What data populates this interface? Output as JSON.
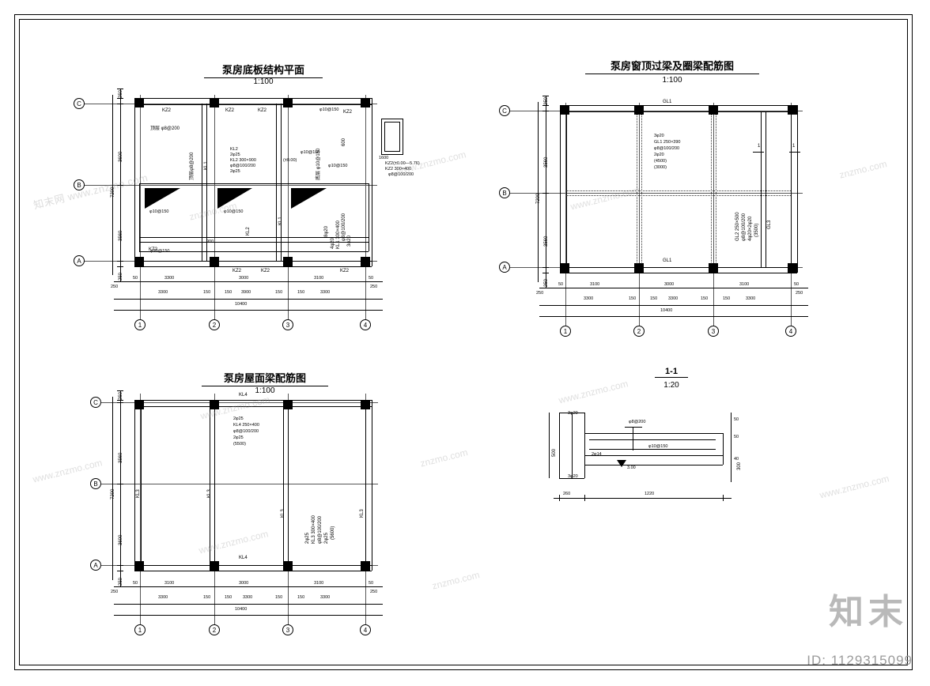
{
  "sheet": {
    "id_label": "ID: 1129315099",
    "logo_text": "知末",
    "watermarks": [
      "知末网 www.znzmo.com",
      "www.znzmo.com",
      "znzmo.com",
      "www.znzmo.com",
      "znzmo.com",
      "www.znzmo.com",
      "www.znzmo.com",
      "znzmo.com",
      "www.znzmo.com",
      "www.znzmo.com",
      "znzmo.com",
      "www.znzmo.com"
    ]
  },
  "plan1": {
    "title": "泵房底板结构平面",
    "scale": "1:100",
    "grid_letters": [
      "C",
      "B",
      "A"
    ],
    "grid_numbers": [
      "1",
      "2",
      "3",
      "4"
    ],
    "vdims": [
      "250",
      "3600",
      "7200",
      "3560",
      "250"
    ],
    "hdims_row1": [
      "250",
      "50",
      "3300",
      "3000",
      "3100",
      "50",
      "250"
    ],
    "hdims_row2": [
      "3300",
      "150",
      "150",
      "3900",
      "150",
      "150",
      "3300"
    ],
    "hdim_total": "10400",
    "labels": [
      "KZ2",
      "KZ2",
      "KZ2",
      "KZ2",
      "KZ2",
      "KZ2",
      "KZ2",
      "顶层 φ8@200",
      "顶层φ8@200",
      "底层 φ10@150",
      "φ10@150",
      "φ10@150",
      "φ10@150",
      "φ10@150",
      "φ10@150",
      "φ10@150",
      "KL1",
      "KL1",
      "KL2",
      "KL2",
      "2φ25",
      "KL2 300×900",
      "φ8@100/200",
      "2φ25",
      "(±0.00)",
      "600",
      "900",
      "1600",
      "KZ2(±0.00—5.76)",
      "KZ2 300×400",
      "φ8@100/200",
      "8φ20",
      "4φ20",
      "KL1 300×400",
      "φ8@100/200",
      "3φ20",
      "(±0.00)"
    ]
  },
  "plan2": {
    "title": "泵房窗顶过梁及圈梁配筋图",
    "scale": "1:100",
    "grid_letters": [
      "C",
      "B",
      "A"
    ],
    "grid_numbers": [
      "1",
      "2",
      "3",
      "4"
    ],
    "vdims": [
      "250",
      "3560",
      "7200",
      "3560",
      "250"
    ],
    "hdims_row1": [
      "250",
      "50",
      "3100",
      "3000",
      "3100",
      "50",
      "250"
    ],
    "hdims_row2": [
      "3300",
      "150",
      "150",
      "3300",
      "150",
      "150",
      "3300"
    ],
    "hdim_total": "10400",
    "beam_top": "GL1",
    "beam_bottom": "GL1",
    "section_marks": [
      "1",
      "1"
    ],
    "note_main": [
      "3φ20",
      "GL1 250×390",
      "φ8@100/200",
      "2φ20",
      "(4500)",
      "(3000)"
    ],
    "note_right": [
      "GL2 250×500",
      "φ8@100/200",
      "4φ20×2φ20",
      "(3500)"
    ],
    "beam_right_label": "GL3"
  },
  "plan3": {
    "title": "泵房屋面梁配筋图",
    "scale": "1:100",
    "grid_letters": [
      "C",
      "B",
      "A"
    ],
    "grid_numbers": [
      "1",
      "2",
      "3",
      "4"
    ],
    "vdims": [
      "250",
      "3560",
      "7200",
      "3600",
      "250"
    ],
    "hdims_row1": [
      "250",
      "50",
      "3100",
      "3000",
      "3100",
      "50",
      "250"
    ],
    "hdims_row2": [
      "3300",
      "150",
      "150",
      "3300",
      "150",
      "150",
      "3300"
    ],
    "hdim_total": "10400",
    "beam_top": "KL4",
    "beam_bottom": "KL4",
    "beam_vert": [
      "KL3",
      "KL3",
      "KL3",
      "KL3"
    ],
    "note_main": [
      "2φ25",
      "KL4 250×400",
      "φ8@100/200",
      "2φ25",
      "(5500)"
    ],
    "note_right": [
      "2φ25",
      "KL3 300×400",
      "φ8@100/200",
      "2φ25",
      "(5600)"
    ]
  },
  "section": {
    "title": "1-1",
    "scale": "1:20",
    "labels": [
      "3φ20",
      "3φ20",
      "2φ14",
      "φ8@200",
      "φ10@150",
      "3.00",
      "500",
      "50",
      "300",
      "50",
      "40",
      "260",
      "1220"
    ]
  }
}
